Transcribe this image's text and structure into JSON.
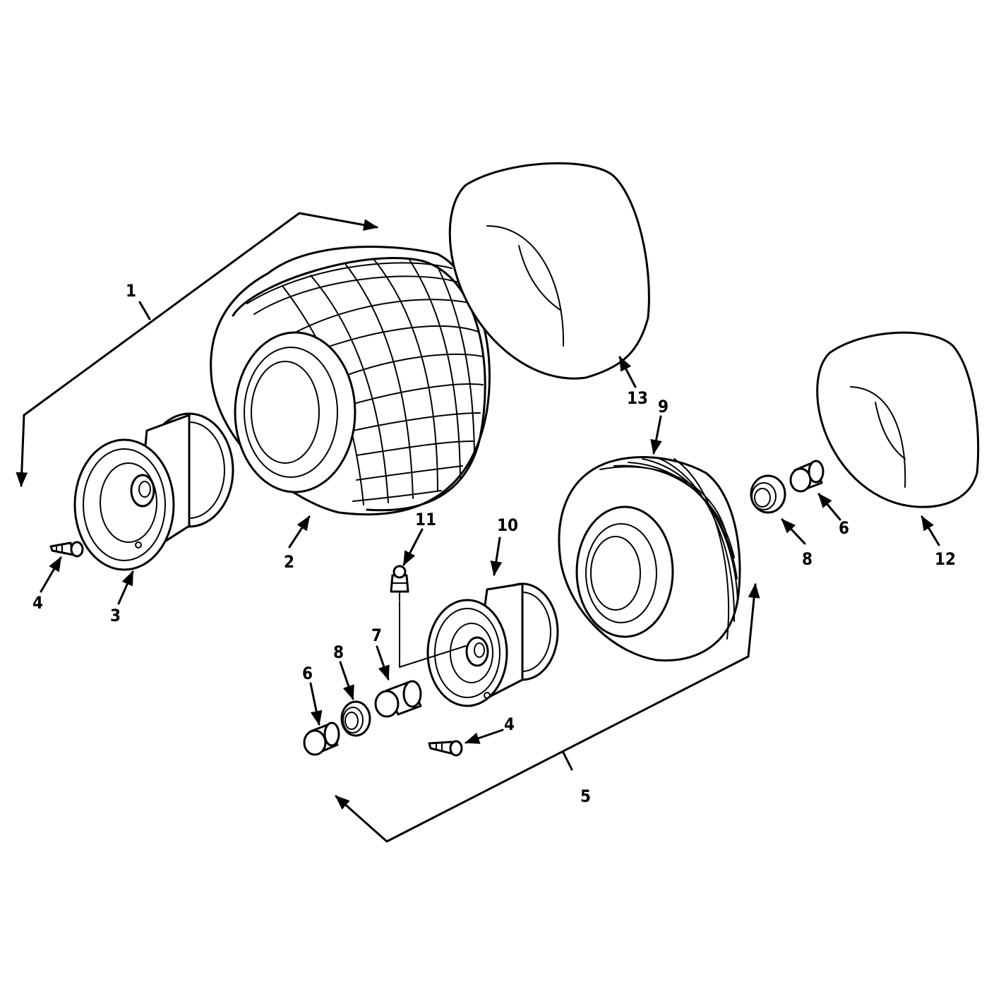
{
  "callouts": {
    "c1": "1",
    "c2": "2",
    "c3": "3",
    "c4a": "4",
    "c4b": "4",
    "c5": "5",
    "c6a": "6",
    "c6b": "6",
    "c7": "7",
    "c8a": "8",
    "c8b": "8",
    "c9": "9",
    "c10": "10",
    "c11": "11",
    "c12": "12",
    "c13": "13"
  }
}
